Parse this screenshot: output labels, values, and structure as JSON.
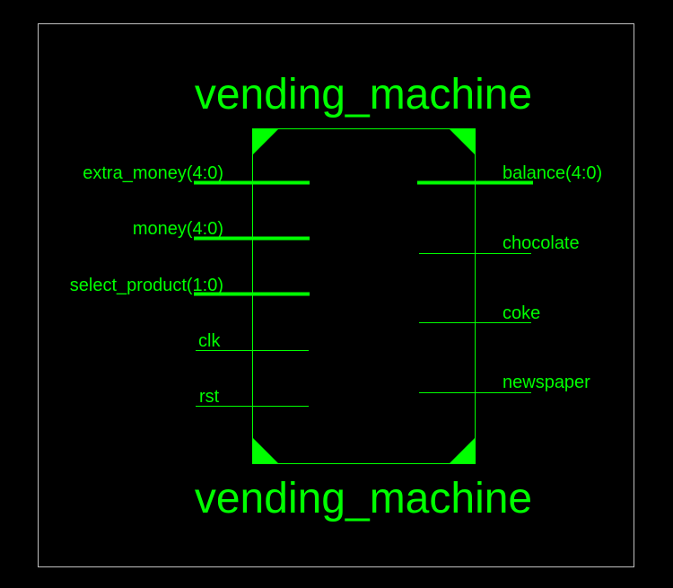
{
  "symbol": {
    "top_name": "vending_machine",
    "bottom_name": "vending_machine"
  },
  "inputs": [
    {
      "label": "extra_money(4:0)",
      "bus": true
    },
    {
      "label": "money(4:0)",
      "bus": true
    },
    {
      "label": "select_product(1:0)",
      "bus": true
    },
    {
      "label": "clk",
      "bus": false
    },
    {
      "label": "rst",
      "bus": false
    }
  ],
  "outputs": [
    {
      "label": "balance(4:0)",
      "bus": true
    },
    {
      "label": "chocolate",
      "bus": false
    },
    {
      "label": "coke",
      "bus": false
    },
    {
      "label": "newspaper",
      "bus": false
    }
  ],
  "colors": {
    "background": "#000000",
    "symbol": "#00ff00",
    "frame": "#c0c0c0"
  }
}
